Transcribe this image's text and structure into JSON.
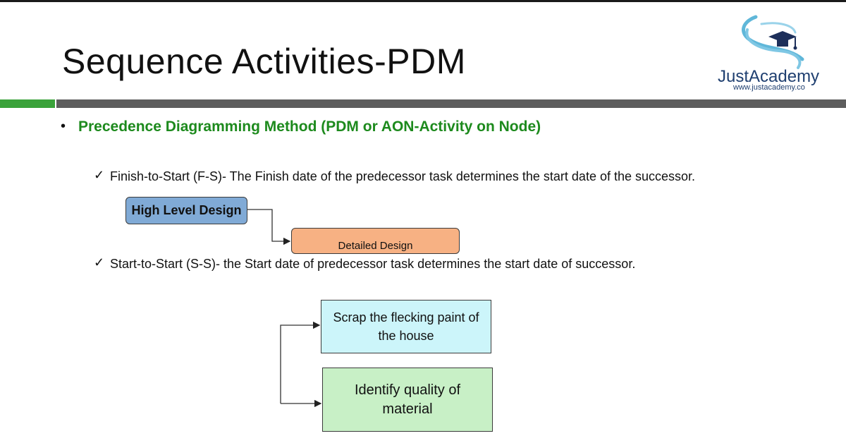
{
  "slide": {
    "title": "Sequence Activities-PDM",
    "logo": {
      "name": "JustAcademy",
      "url": "www.justacademy.co"
    },
    "bullet": {
      "marker": "•",
      "text": "Precedence Diagramming Method (PDM or AON-Activity on Node)"
    },
    "items": [
      {
        "check": "✓",
        "text": "Finish-to-Start (F-S)- The Finish date of the predecessor task determines the start date of the successor."
      },
      {
        "check": "✓",
        "text": "Start-to-Start (S-S)- the Start date of predecessor task determines  the start date of successor."
      }
    ],
    "fs_diagram": {
      "predecessor": "High Level Design",
      "successor": "Detailed Design"
    },
    "ss_diagram": {
      "task_a": "Scrap the flecking paint of the house",
      "task_b": "Identify quality of material"
    },
    "colors": {
      "heading_green": "#1d8a1d",
      "accent_green": "#3aa23a",
      "bar_gray": "#5d5d5d",
      "hld_fill": "#80aad6",
      "dd_fill": "#f7b183",
      "scrap_fill": "#ccf5fa",
      "identify_fill": "#c8f0c6",
      "logo_blue": "#1f3f70"
    }
  }
}
